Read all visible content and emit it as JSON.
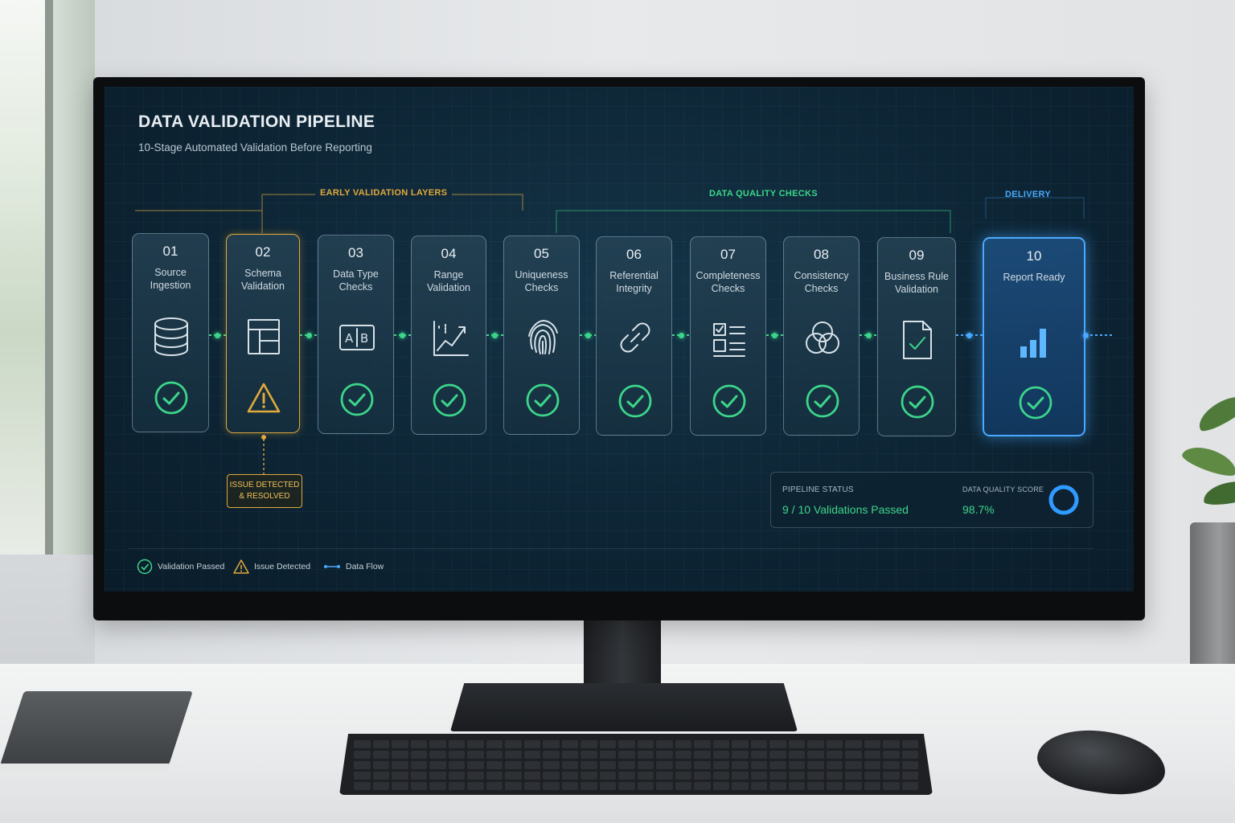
{
  "dashboard": {
    "title": "DATA VALIDATION PIPELINE",
    "subtitle": "10-Stage Automated Validation Before Reporting"
  },
  "groups": {
    "early": "EARLY VALIDATION LAYERS",
    "quality": "DATA QUALITY CHECKS",
    "delivery": "DELIVERY"
  },
  "stages": [
    {
      "num": "01",
      "label": "Source Ingestion",
      "icon": "database-icon",
      "status": "passed"
    },
    {
      "num": "02",
      "label": "Schema Validation",
      "icon": "table-schema-icon",
      "status": "issue"
    },
    {
      "num": "03",
      "label": "Data Type Checks",
      "icon": "ab-type-icon",
      "status": "passed"
    },
    {
      "num": "04",
      "label": "Range Validation",
      "icon": "trend-chart-icon",
      "status": "passed"
    },
    {
      "num": "05",
      "label": "Uniqueness Checks",
      "icon": "fingerprint-icon",
      "status": "passed"
    },
    {
      "num": "06",
      "label": "Referential Integrity",
      "icon": "link-icon",
      "status": "passed"
    },
    {
      "num": "07",
      "label": "Completeness Checks",
      "icon": "checklist-icon",
      "status": "passed"
    },
    {
      "num": "08",
      "label": "Consistency Checks",
      "icon": "venn-circles-icon",
      "status": "passed"
    },
    {
      "num": "09",
      "label": "Business Rule Validation",
      "icon": "document-check-icon",
      "status": "passed"
    },
    {
      "num": "10",
      "label": "Report Ready",
      "icon": "bar-chart-icon",
      "status": "passed"
    }
  ],
  "issue_callout": {
    "line1": "ISSUE DETECTED",
    "line2": "& RESOLVED"
  },
  "status": {
    "pipeline_label": "PIPELINE STATUS",
    "pipeline_value": "9 / 10 Validations Passed",
    "score_label": "DATA QUALITY SCORE",
    "score_value": "98.7%",
    "score_fraction": 0.987
  },
  "legend": {
    "passed": "Validation Passed",
    "issue": "Issue Detected",
    "flow": "Data Flow"
  },
  "colors": {
    "passed": "#3cd58a",
    "warning": "#e0a93a",
    "delivery": "#4aa9ff",
    "early_group": "#e0a93a",
    "quality_group": "#3cd58a"
  }
}
